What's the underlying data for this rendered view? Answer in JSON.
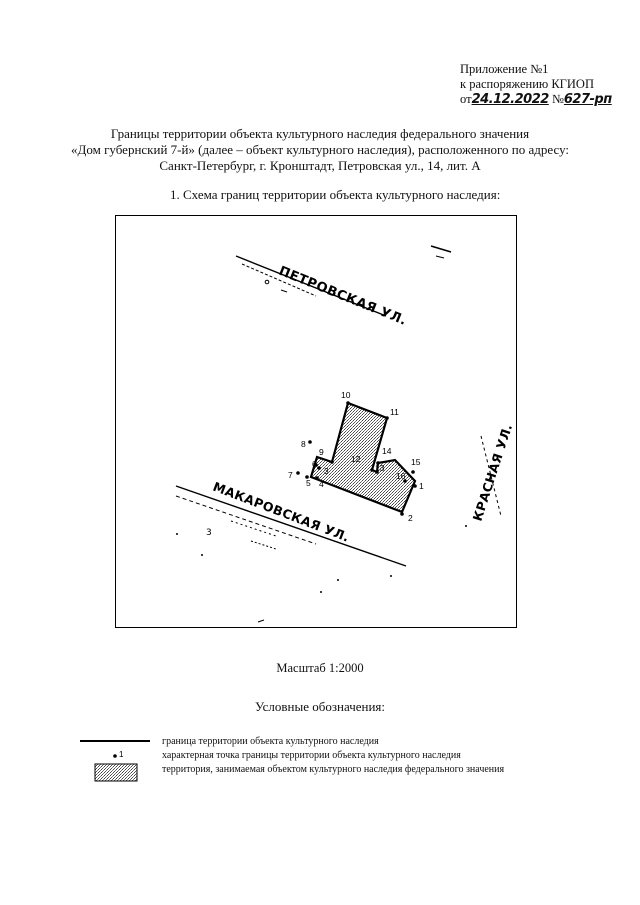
{
  "appendix": {
    "line1": "Приложение №1",
    "line2": "к распоряжению КГИОП",
    "date_prefix": "от",
    "date_value": "24.12.2022",
    "number_prefix": "№",
    "number_value": "627-рп"
  },
  "title": {
    "line1": "Границы территории объекта культурного наследия федерального значения",
    "line2": "«Дом губернский 7-й» (далее – объект культурного наследия), расположенного по адресу:",
    "line3": "Санкт-Петербург, г. Кронштадт, Петровская ул., 14, лит. А"
  },
  "section_heading": "1.   Схема границ территории объекта культурного наследия:",
  "map": {
    "streets": {
      "petrovskaya": "ПЕТРОВСКАЯ УЛ.",
      "makarovskaya": "МАКАРОВСКАЯ УЛ.",
      "krasnaya": "КРАСНАЯ УЛ."
    },
    "point_labels": [
      "1",
      "2",
      "3",
      "4",
      "5",
      "6",
      "7",
      "8",
      "9",
      "10",
      "11",
      "12",
      "13",
      "14",
      "15",
      "16"
    ],
    "boundary_color": "#000000",
    "hatch_color": "#555555"
  },
  "scale": "Масштаб 1:2000",
  "legend": {
    "title": "Условные обозначения:",
    "items": [
      {
        "symbol": "line",
        "label": "граница территории объекта культурного наследия"
      },
      {
        "symbol": "point",
        "point_label": "1",
        "label": "характерная точка границы территории объекта культурного наследия"
      },
      {
        "symbol": "hatch",
        "label": "территория, занимаемая объектом культурного  наследия федерального значения"
      }
    ]
  }
}
